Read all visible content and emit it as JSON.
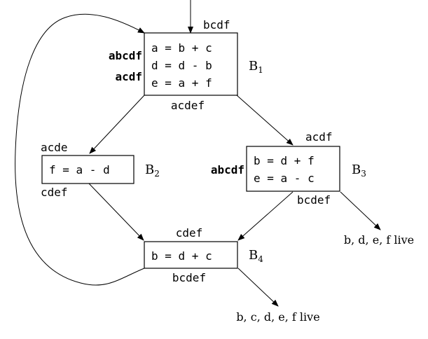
{
  "blocks": {
    "b1": {
      "name": "B",
      "sub": "1",
      "lines": [
        "a = b + c",
        "d = d - b",
        "e = a + f"
      ],
      "in_top": "bcdf",
      "side_1": "abcdf",
      "side_2": "acdf",
      "out_bottom": "acdef"
    },
    "b2": {
      "name": "B",
      "sub": "2",
      "lines": [
        "f = a - d"
      ],
      "in_top": "acde",
      "out_bottom": "cdef"
    },
    "b3": {
      "name": "B",
      "sub": "3",
      "lines": [
        "b = d + f",
        "e = a - c"
      ],
      "in_top": "acdf",
      "side": "abcdf",
      "out_bottom": "bcdef"
    },
    "b4": {
      "name": "B",
      "sub": "4",
      "lines": [
        "b = d + c"
      ],
      "in_top": "cdef",
      "out_bottom": "bcdef"
    }
  },
  "exits": {
    "b3_exit": "b, d, e, f live",
    "b4_exit": "b, c, d, e, f live"
  }
}
